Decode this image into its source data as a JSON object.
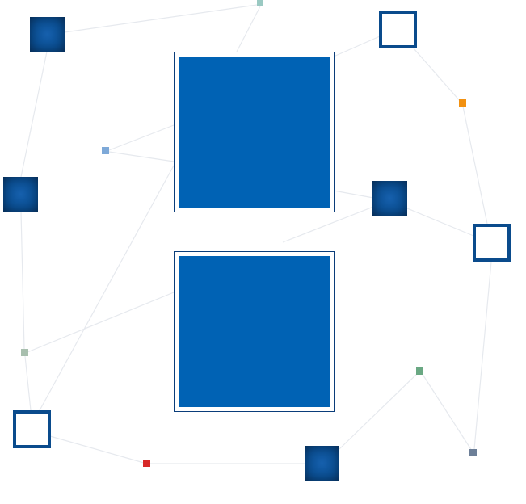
{
  "colors": {
    "panel_fill": "#0062b4",
    "solid_node_fill": "#0a4e92",
    "outline_node_stroke": "#0a4b8c",
    "link_stroke": "#e6e9ee",
    "dot_teal": "#9ac9c2",
    "dot_orange": "#f29111",
    "dot_light_blue": "#7ea9d8",
    "dot_sage": "#a8bfae",
    "dot_green": "#6aa883",
    "dot_red": "#d72828",
    "dot_slate": "#6d7f98"
  },
  "panels": [
    {
      "name": "upper-panel",
      "color_key": "panel_fill"
    },
    {
      "name": "lower-panel",
      "color_key": "panel_fill"
    }
  ],
  "nodes": [
    {
      "name": "solid-node",
      "kind": "solid",
      "color_key": "solid_node_fill"
    },
    {
      "name": "outline-node",
      "kind": "outline",
      "color_key": "outline_node_stroke"
    },
    {
      "name": "dot-node",
      "kind": "dot",
      "color_key": "dot_teal"
    },
    {
      "name": "dot-node",
      "kind": "dot",
      "color_key": "dot_orange"
    },
    {
      "name": "dot-node",
      "kind": "dot",
      "color_key": "dot_light_blue"
    },
    {
      "name": "solid-node",
      "kind": "solid",
      "color_key": "solid_node_fill"
    },
    {
      "name": "solid-node",
      "kind": "solid",
      "color_key": "solid_node_fill"
    },
    {
      "name": "outline-node",
      "kind": "outline",
      "color_key": "outline_node_stroke"
    },
    {
      "name": "dot-node",
      "kind": "dot",
      "color_key": "dot_sage"
    },
    {
      "name": "dot-node",
      "kind": "dot",
      "color_key": "dot_green"
    },
    {
      "name": "outline-node",
      "kind": "outline",
      "color_key": "outline_node_stroke"
    },
    {
      "name": "dot-node",
      "kind": "dot",
      "color_key": "dot_red"
    },
    {
      "name": "solid-node",
      "kind": "solid",
      "color_key": "solid_node_fill"
    },
    {
      "name": "dot-node",
      "kind": "dot",
      "color_key": "dot_slate"
    }
  ]
}
